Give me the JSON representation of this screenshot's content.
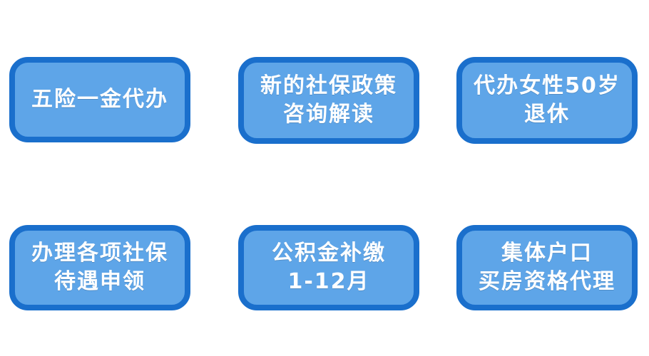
{
  "tiles": [
    {
      "lines": [
        "五险一金代办"
      ]
    },
    {
      "lines": [
        "新的社保政策",
        "咨询解读"
      ]
    },
    {
      "lines": [
        "代办女性50岁",
        "退休"
      ]
    },
    {
      "lines": [
        "办理各项社保",
        "待遇申领"
      ]
    },
    {
      "lines": [
        "公积金补缴",
        "1-12月"
      ]
    },
    {
      "lines": [
        "集体户口",
        "买房资格代理"
      ]
    }
  ],
  "colors": {
    "tile_fill": "#5ea5e8",
    "tile_border": "#1a6fcc",
    "text": "#ffffff",
    "background": "#ffffff"
  }
}
